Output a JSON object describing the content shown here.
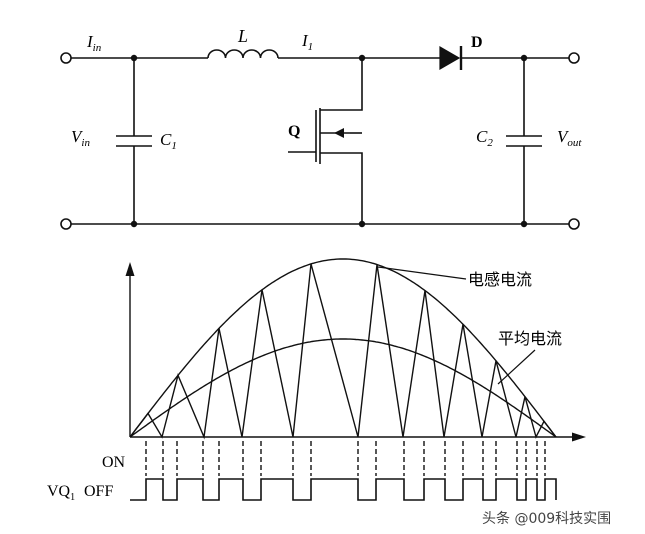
{
  "circuit": {
    "iin": {
      "main": "I",
      "sub": "in"
    },
    "inductor": "L",
    "i1": {
      "main": "I",
      "sub": "1"
    },
    "diode": "D",
    "vin": {
      "main": "V",
      "sub": "in"
    },
    "c1": {
      "main": "C",
      "sub": "1"
    },
    "switch": "Q",
    "c2": {
      "main": "C",
      "sub": "2"
    },
    "vout": {
      "main": "V",
      "sub": "out"
    }
  },
  "waveform": {
    "inductor_current_label": "电感电流",
    "average_current_label": "平均电流",
    "on_label": "ON",
    "off_label": "OFF",
    "vq": {
      "main": "VQ",
      "sub": "1"
    }
  },
  "watermark": "头条 @009科技实围"
}
